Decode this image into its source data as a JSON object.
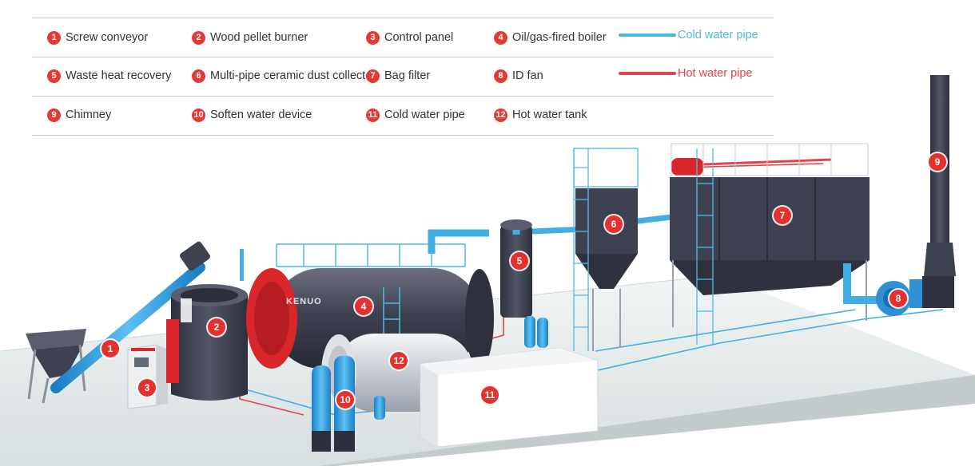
{
  "legend": {
    "items": [
      {
        "num": "1",
        "label": "Screw conveyor"
      },
      {
        "num": "2",
        "label": "Wood pellet burner"
      },
      {
        "num": "3",
        "label": "Control panel"
      },
      {
        "num": "4",
        "label": "Oil/gas-fired boiler"
      },
      {
        "num": "5",
        "label": "Waste heat recovery"
      },
      {
        "num": "6",
        "label": "Multi-pipe ceramic dust collector"
      },
      {
        "num": "7",
        "label": "Bag filter"
      },
      {
        "num": "8",
        "label": "ID fan"
      },
      {
        "num": "9",
        "label": "Chimney"
      },
      {
        "num": "10",
        "label": "Soften water device"
      },
      {
        "num": "11",
        "label": "Cold water pipe"
      },
      {
        "num": "12",
        "label": "Hot water tank"
      }
    ],
    "pipe_keys": [
      {
        "label": "Cold water pipe",
        "color": "#4fb7dc"
      },
      {
        "label": "Hot water pipe",
        "color": "#e0454a"
      }
    ]
  },
  "diagram": {
    "markers": [
      "1",
      "2",
      "3",
      "4",
      "5",
      "6",
      "7",
      "8",
      "9",
      "10",
      "11",
      "12"
    ],
    "logo_text": "KENUO"
  },
  "colors": {
    "marker": "#e5302e",
    "equipment": "#3e4150",
    "burner_red": "#d8262a",
    "cold_pipe": "#3ea7e0",
    "hot_pipe": "#e0454a",
    "floor": "#e8ecec"
  }
}
